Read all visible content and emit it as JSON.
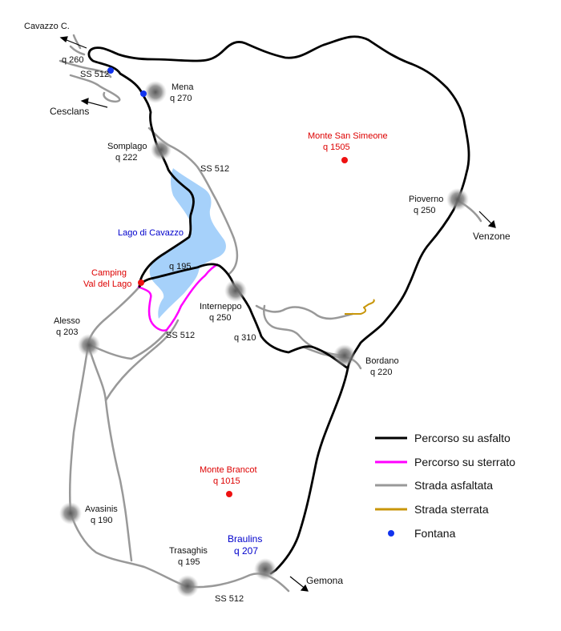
{
  "colors": {
    "asphalt_route": "#000000",
    "dirt_route": "#ff00ff",
    "paved_road": "#999999",
    "dirt_road": "#c8960a",
    "fountain": "#1133ee",
    "lake": "#a6d1fa",
    "town_marker": "#777777",
    "peak": "#ee1111"
  },
  "places": {
    "cavazzo_c": "Cavazzo C.",
    "q260": "q 260",
    "ss512_top": "SS 512",
    "cesclans": "Cesclans",
    "mena": "Mena",
    "mena_q": "q 270",
    "somplago": "Somplago",
    "somplago_q": "q 222",
    "ss512_mid": "SS 512",
    "monte_san_simeone": "Monte San Simeone",
    "monte_san_simeone_q": "q 1505",
    "pioverno": "Pioverno",
    "pioverno_q": "q 250",
    "venzone": "Venzone",
    "lago": "Lago di Cavazzo",
    "lago_q": "q 195",
    "camping_1": "Camping",
    "camping_2": "Val del Lago",
    "alesso": "Alesso",
    "alesso_q": "q 203",
    "interneppo": "Interneppo",
    "interneppo_q": "q 250",
    "ss512_low": "SS 512",
    "q310": "q 310",
    "bordano": "Bordano",
    "bordano_q": "q 220",
    "monte_brancot": "Monte Brancot",
    "monte_brancot_q": "q 1015",
    "avasinis": "Avasinis",
    "avasinis_q": "q 190",
    "trasaghis": "Trasaghis",
    "trasaghis_q": "q 195",
    "braulins": "Braulins",
    "braulins_q": "q 207",
    "gemona": "Gemona",
    "ss512_bottom": "SS 512"
  },
  "legend": [
    {
      "label": "Percorso su asfalto",
      "kind": "line",
      "color": "#000000"
    },
    {
      "label": "Percorso su sterrato",
      "kind": "line",
      "color": "#ff00ff"
    },
    {
      "label": "Strada asfaltata",
      "kind": "line",
      "color": "#999999"
    },
    {
      "label": "Strada sterrata",
      "kind": "line",
      "color": "#c8960a"
    },
    {
      "label": "Fontana",
      "kind": "dot",
      "color": "#1133ee"
    }
  ]
}
